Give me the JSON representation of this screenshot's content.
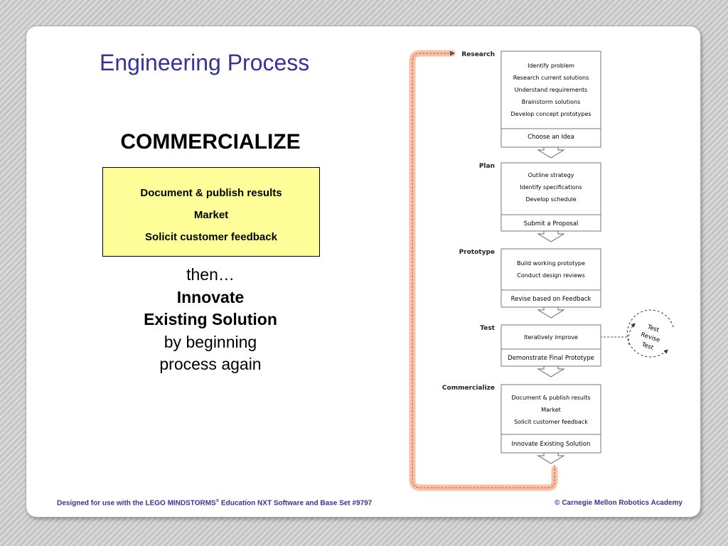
{
  "slide": {
    "title": "Engineering Process",
    "heading": "COMMERCIALIZE",
    "stage_items": [
      "Document & publish results",
      "Market",
      "Solicit customer feedback"
    ],
    "then_lines": {
      "line1": "then…",
      "line2": "Innovate",
      "line3": "Existing Solution",
      "line4": "by beginning",
      "line5": "process again"
    }
  },
  "footer": {
    "left_main": "Designed for use with the LEGO MINDSTORMS",
    "left_reg": "®",
    "left_tail": " Education NXT Software and Base Set #9797",
    "right": "©  Carnegie Mellon Robotics Academy"
  },
  "flowchart": {
    "colors": {
      "loop_fill": "#f9c2a8",
      "loop_dash": "#cc5533",
      "box_border": "#777777",
      "connector": "#555555"
    },
    "stages": [
      {
        "label": "Research",
        "items": [
          "Identify problem",
          "Research current solutions",
          "Understand requirements",
          "Brainstorm solutions",
          "Develop concept prototypes"
        ],
        "gate": "Choose an Idea"
      },
      {
        "label": "Plan",
        "items": [
          "Outline strategy",
          "Identify specifications",
          "Develop schedule"
        ],
        "gate": "Submit a Proposal"
      },
      {
        "label": "Prototype",
        "items": [
          "Build working prototype",
          "Conduct design reviews"
        ],
        "gate": "Revise based on Feedback"
      },
      {
        "label": "Test",
        "items": [
          "Iteratively improve"
        ],
        "gate": "Demonstrate Final Prototype"
      },
      {
        "label": "Commercialize",
        "items": [
          "Document & publish results",
          "Market",
          "Solicit customer feedback"
        ],
        "gate": "Innovate Existing Solution"
      }
    ],
    "test_loop": [
      "Test",
      "Revise",
      "Test"
    ]
  }
}
